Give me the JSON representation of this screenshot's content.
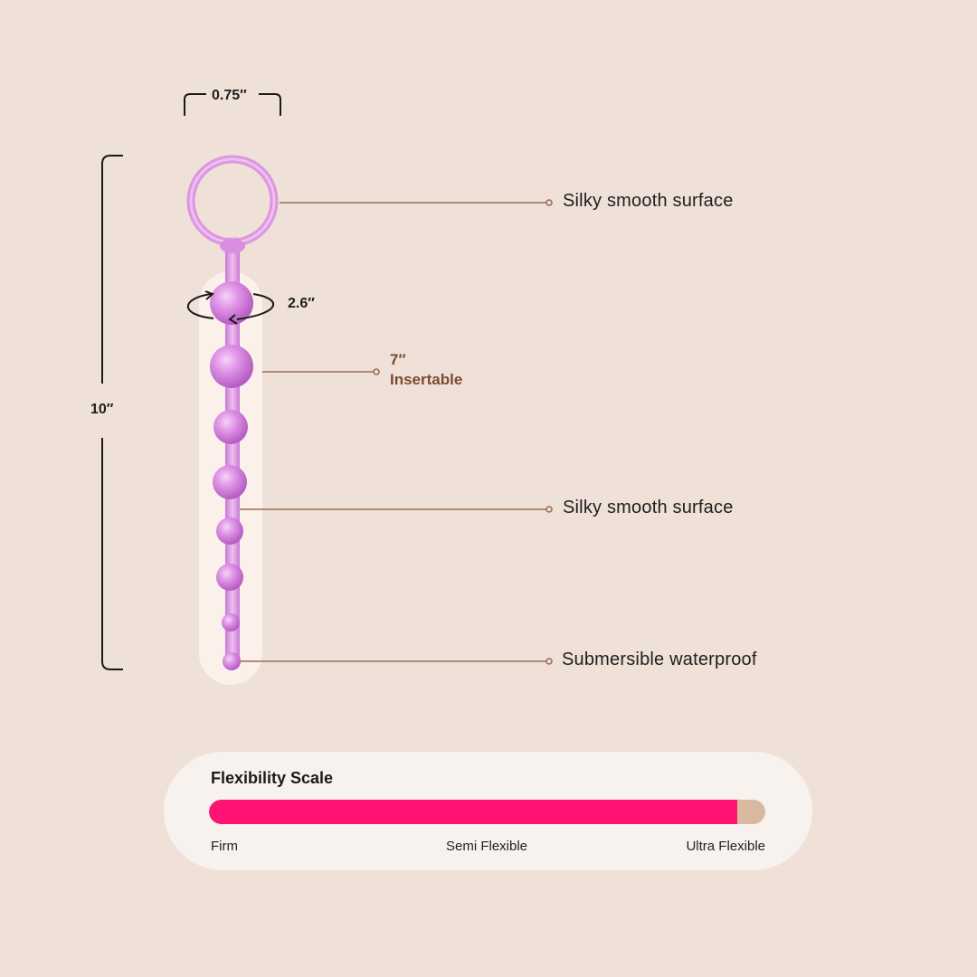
{
  "dimensions": {
    "width_label": "0.75″",
    "length_label": "10″",
    "circumference_label": "2.6″",
    "insertable_value": "7″",
    "insertable_label": "Insertable"
  },
  "callouts": [
    {
      "text": "Silky smooth surface"
    },
    {
      "text": "Silky smooth surface"
    },
    {
      "text": "Submersible waterproof"
    }
  ],
  "flexibility": {
    "title": "Flexibility Scale",
    "level_fraction": 0.95,
    "labels": {
      "firm": "Firm",
      "semi": "Semi Flexible",
      "ultra": "Ultra Flexible"
    }
  },
  "colors": {
    "background": "#efe1d8",
    "card": "#f8f2ee",
    "accent": "#ff1474",
    "track": "#d8b9a0",
    "leader": "#9b6e57",
    "insertable_text": "#7a4a2e",
    "product": "#d98ee0",
    "highlight_strip": "#fbf1ea"
  },
  "icons": {
    "rotation": "rotation-arrows-icon",
    "product": "bead-string-product"
  }
}
